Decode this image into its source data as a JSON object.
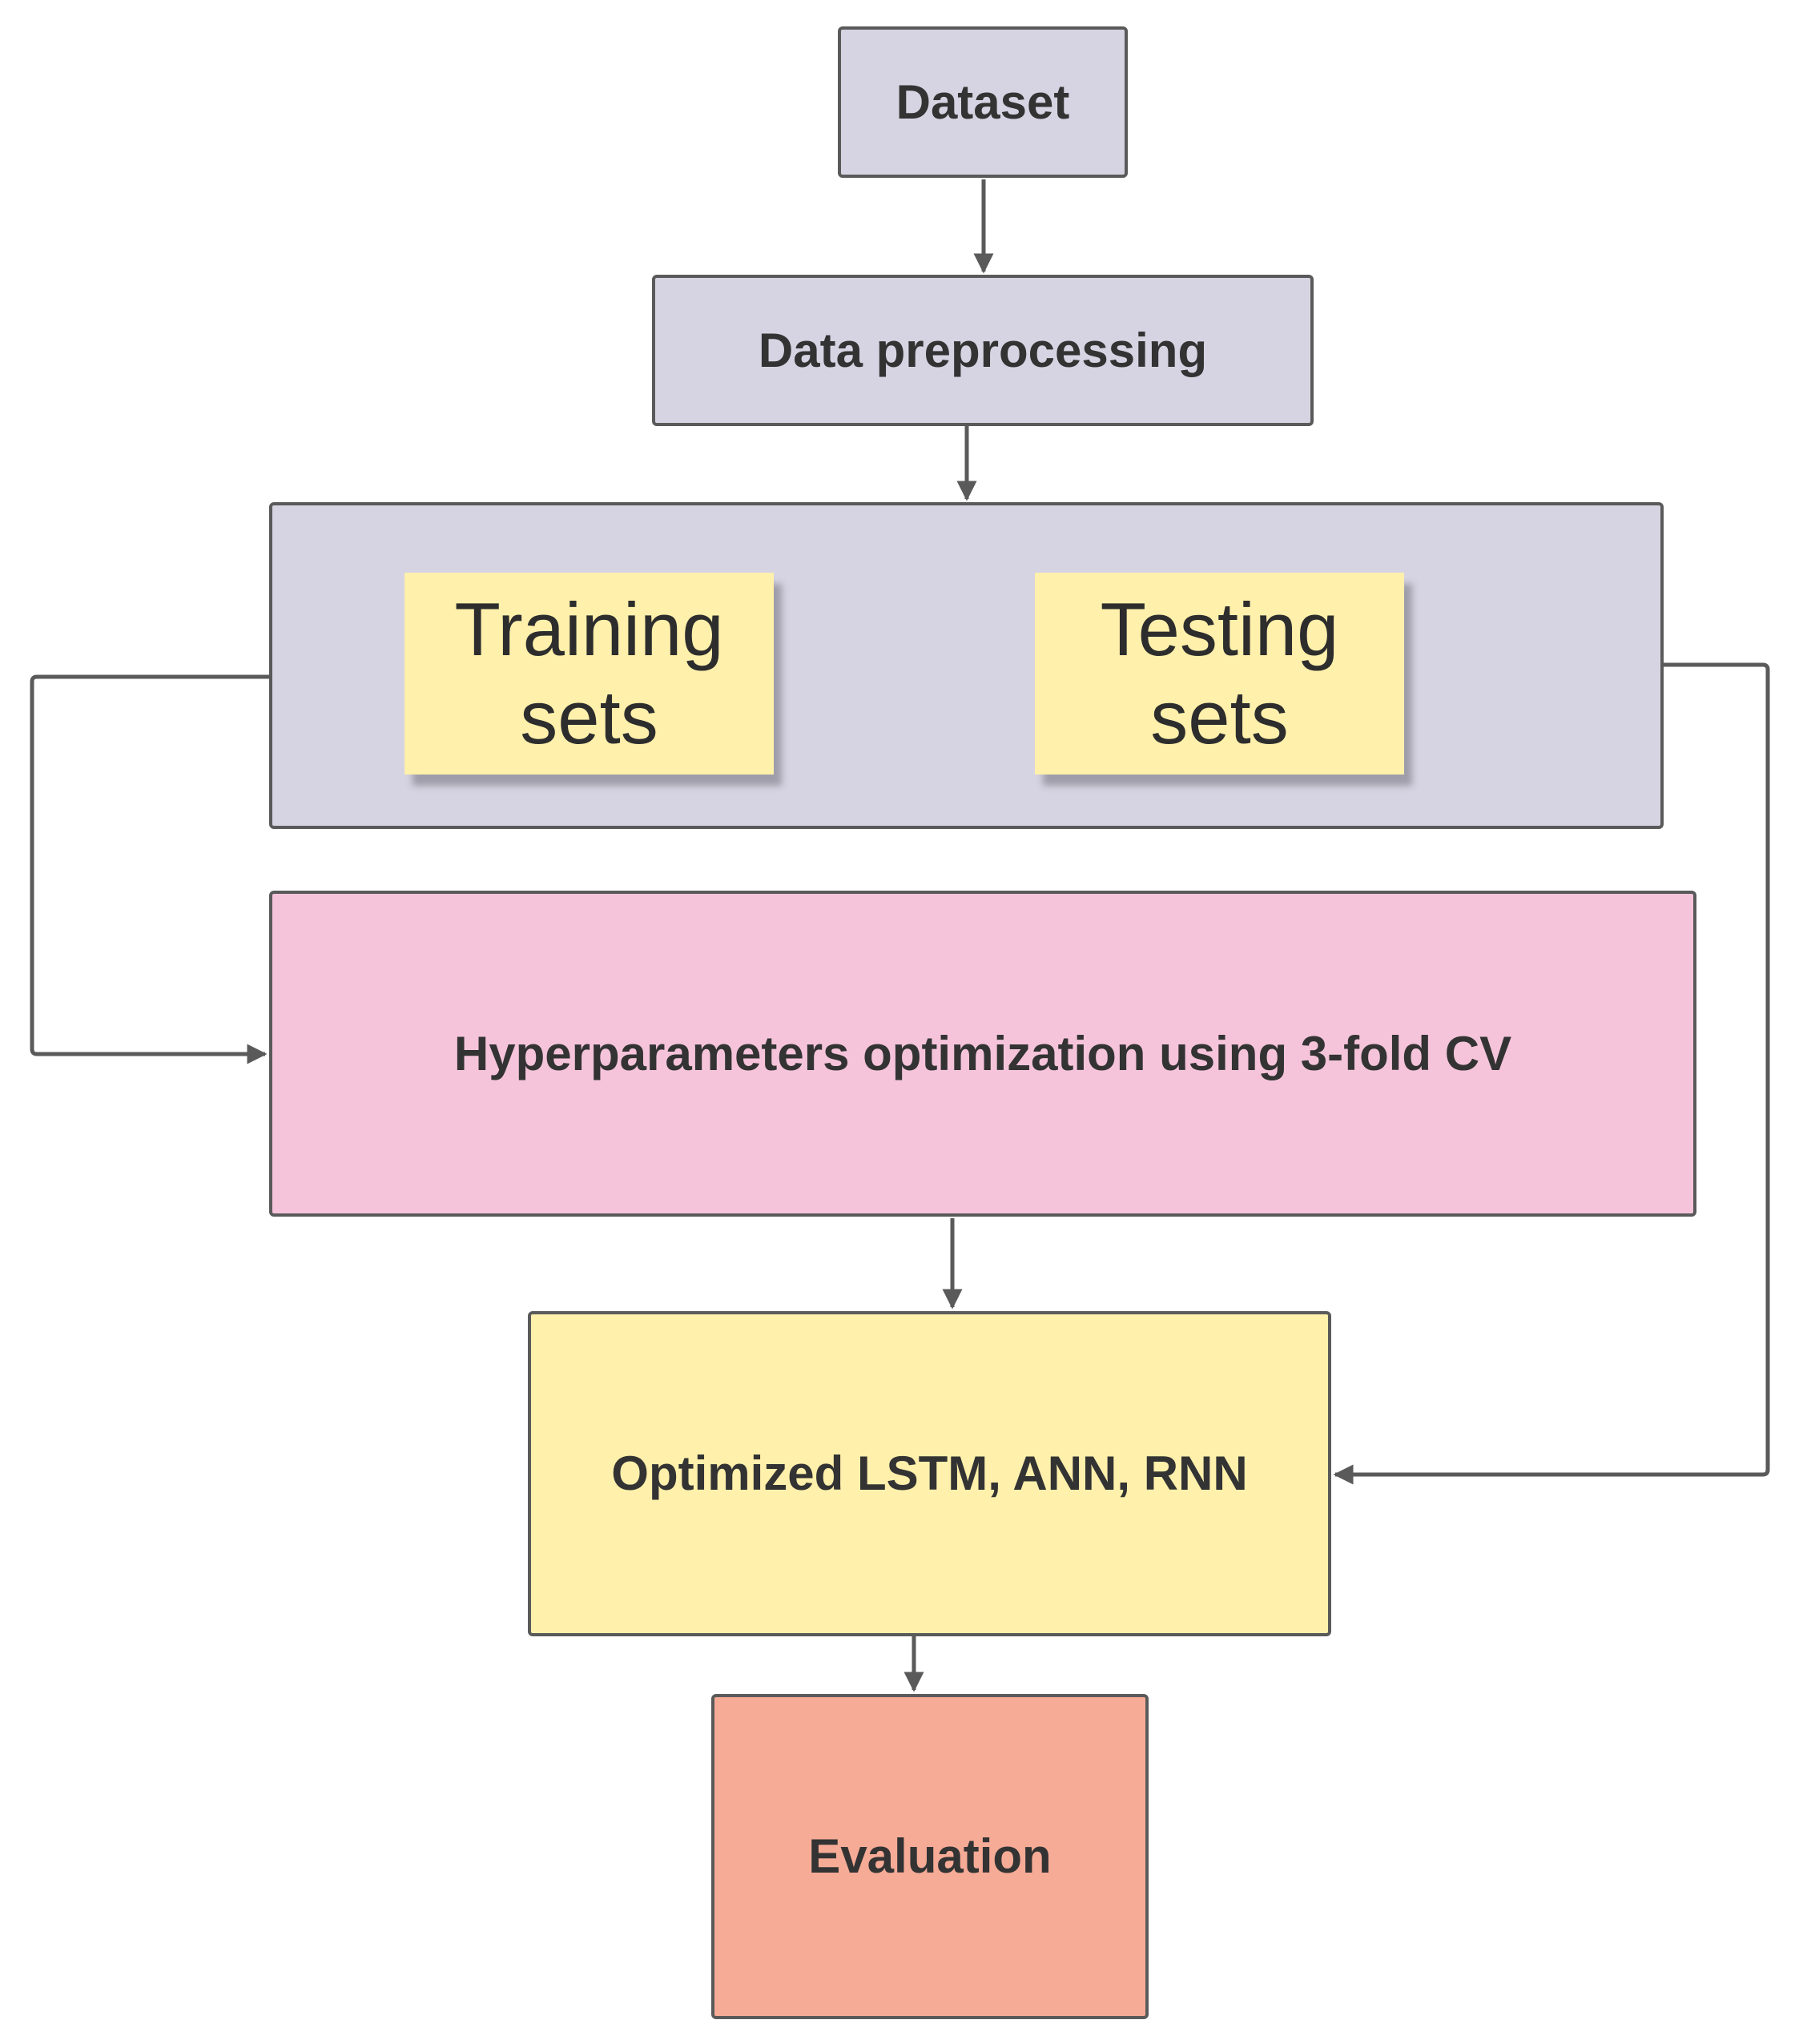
{
  "nodes": {
    "dataset": "Dataset",
    "preprocessing": "Data preprocessing",
    "training_line1": "Training",
    "training_line2": "sets",
    "testing_line1": "Testing",
    "testing_line2": "sets",
    "hyperparameters": "Hyperparameters optimization using 3-fold CV",
    "models": "Optimized LSTM, ANN, RNN",
    "evaluation": "Evaluation"
  },
  "colors": {
    "connector": "#5a5a5a",
    "lavender": "#d6d4e2",
    "pink": "#f5c4da",
    "yellow": "#fff0ab",
    "salmon": "#f6ab96",
    "text": "#333333"
  }
}
